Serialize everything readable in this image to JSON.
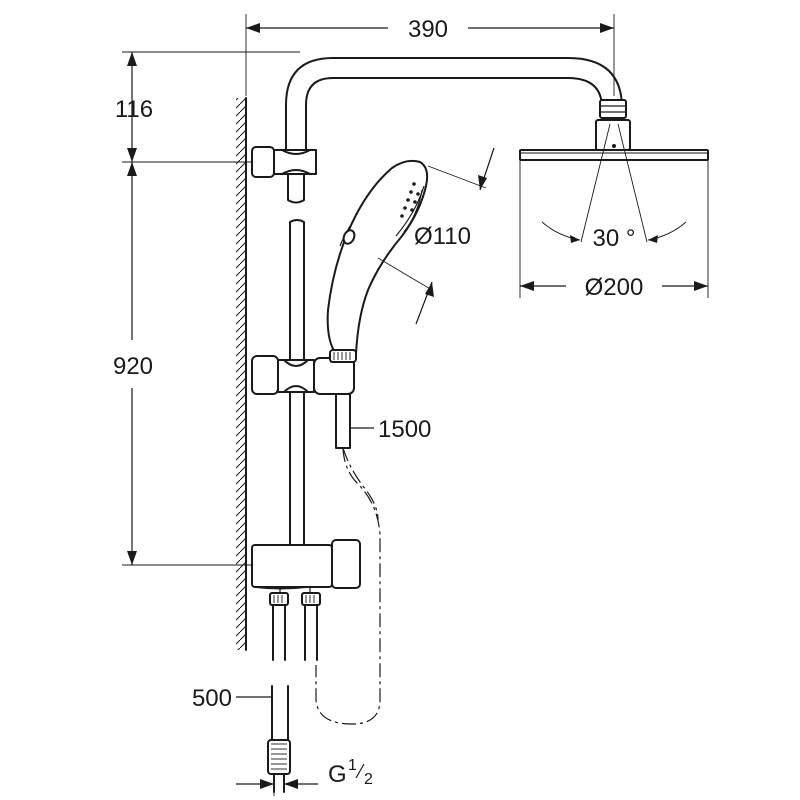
{
  "dimensions": {
    "arm_projection": "390",
    "head_height": "116",
    "bar_height": "920",
    "hand_shower_diameter": "Ø110",
    "head_shower_diameter": "Ø200",
    "swivel_angle": "30 °",
    "hose_length": "1500",
    "hose_connection": "500",
    "thread_main": "G",
    "thread_sup": "1",
    "thread_sub": "2"
  },
  "colors": {
    "ink": "#1a1a1a",
    "paper": "#ffffff"
  }
}
